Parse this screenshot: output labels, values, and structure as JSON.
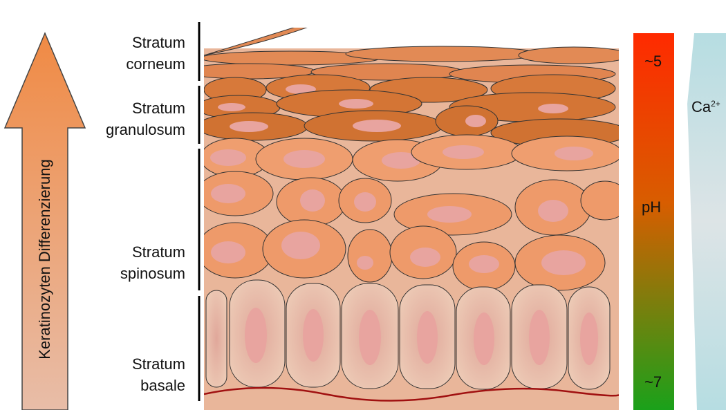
{
  "arrow": {
    "label": "Keratinozyten Differenzierung"
  },
  "layers": [
    {
      "line1": "Stratum",
      "line2": "corneum"
    },
    {
      "line1": "Stratum",
      "line2": "granulosum"
    },
    {
      "line1": "Stratum",
      "line2": "spinosum"
    },
    {
      "line1": "Stratum",
      "line2": "basale"
    }
  ],
  "ph_bar": {
    "top_label": "~5",
    "middle_label": "pH",
    "bottom_label": "~7",
    "color_top": "#ff2a00",
    "color_middle": "#d85d00",
    "color_bottom": "#1aa11a"
  },
  "calcium_bar": {
    "label_base": "Ca",
    "label_sup": "2+",
    "color": "#c7e1e6"
  },
  "colors": {
    "arrow_fill": "#f08a44",
    "basale_line": "#a01010",
    "tissue_bg": "#e9b69a",
    "cell_spinosum": "#ef9e6f",
    "cell_granulosum": "#d7793a",
    "cell_basale": "#e6bda6",
    "nucleus": "#e8a49f"
  }
}
